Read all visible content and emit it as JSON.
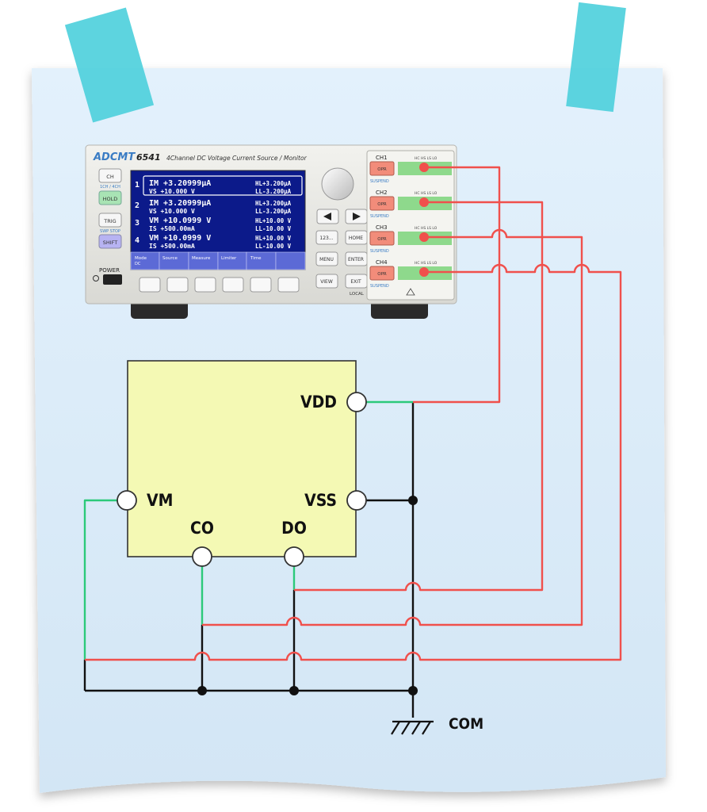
{
  "instrument": {
    "brand": "ADCMT",
    "model": "6541",
    "description": "4Channel DC Voltage Current Source / Monitor",
    "front_buttons": [
      {
        "label": "CH",
        "sub": "1CH / 4CH"
      },
      {
        "label": "HOLD",
        "sub": ""
      },
      {
        "label": "TRIG",
        "sub": "SWP STOP"
      },
      {
        "label": "SHIFT",
        "sub": ""
      }
    ],
    "power_label": "POWER",
    "display": {
      "rows": [
        {
          "ch": "1",
          "line1": "IM +3.20999µA",
          "line2": "VS +10.000 V",
          "limit1": "HL+3.200µA",
          "limit2": "LL-3.200µA"
        },
        {
          "ch": "2",
          "line1": "IM +3.20999µA",
          "line2": "VS +10.000 V",
          "limit1": "HL+3.200µA",
          "limit2": "LL-3.200µA"
        },
        {
          "ch": "3",
          "line1": "VM +10.0999 V",
          "line2": "IS +500.00mA",
          "limit1": "HL+10.00 V",
          "limit2": "LL-10.00 V"
        },
        {
          "ch": "4",
          "line1": "VM +10.0999 V",
          "line2": "IS +500.00mA",
          "limit1": "HL+10.00 V",
          "limit2": "LL-10.00 V"
        }
      ],
      "softkeys": [
        "Mode",
        "Source",
        "Measure",
        "Limiter",
        "Time",
        ""
      ],
      "mode_sub": "DC"
    },
    "nav_buttons": [
      "123...",
      "HOME",
      "MENU",
      "ENTER",
      "VIEW",
      "EXIT"
    ],
    "local_label": "LOCAL",
    "channels": [
      {
        "label": "CH1",
        "button": "OPR",
        "sub": "SUSPEND"
      },
      {
        "label": "CH2",
        "button": "OPR",
        "sub": "SUSPEND"
      },
      {
        "label": "CH3",
        "button": "OPR",
        "sub": "SUSPEND"
      },
      {
        "label": "CH4",
        "button": "OPR",
        "sub": "SUSPEND"
      }
    ],
    "terminal_header": "HC HS LS LO"
  },
  "circuit": {
    "pins": {
      "vdd": "VDD",
      "vss": "VSS",
      "vm": "VM",
      "co": "CO",
      "do": "DO"
    },
    "ground_label": "COM"
  },
  "colors": {
    "paper": "#ddeefa",
    "tape": "#4fd0dc",
    "chip": "#f4f9b4",
    "wire_red": "#f0504c",
    "wire_green": "#2cc97a",
    "wire_black": "#111111",
    "screen": "#0c1a8a"
  }
}
